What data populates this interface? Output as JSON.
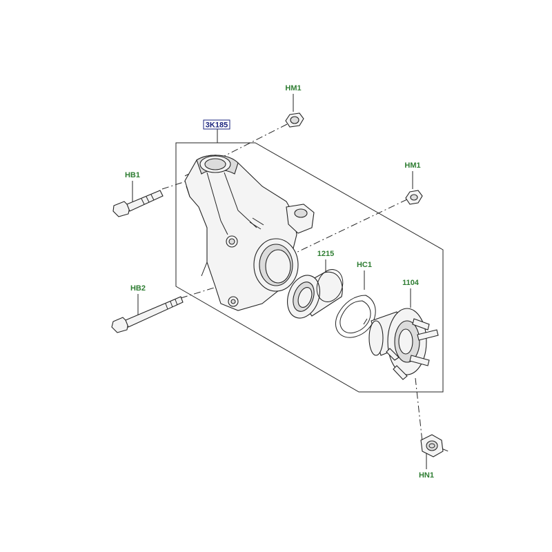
{
  "callouts": {
    "knuckle": "3K185",
    "nut_top": "HM1",
    "nut_right": "HM1",
    "bolt_upper": "HB1",
    "bolt_lower": "HB2",
    "bearing": "1215",
    "circlip": "HC1",
    "hub": "1104",
    "hub_nut": "HN1"
  },
  "colors": {
    "label_text": "#2e7d32",
    "boxed_label_text": "#1a237e",
    "linework": "#222222"
  }
}
